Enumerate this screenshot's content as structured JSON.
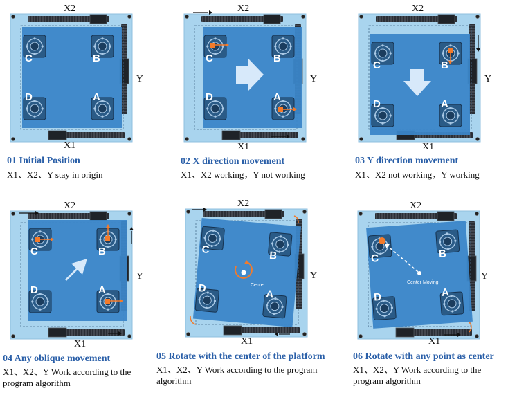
{
  "axis_labels": {
    "x_top": "X2",
    "x_bottom": "X1",
    "y": "Y"
  },
  "corner_labels": [
    "A",
    "B",
    "C",
    "D"
  ],
  "colors": {
    "frame": "#a9d4ee",
    "platform": "#3b86c8",
    "arrow": "#f47b2a",
    "title": "#2a5fa8"
  },
  "panels": [
    {
      "number": "01",
      "title": "01 Initial Position",
      "desc": [
        "X1、X2、Y stay in origin"
      ]
    },
    {
      "number": "02",
      "title": "02 X direction movement",
      "desc": [
        "X1、X2 working，Y not working"
      ]
    },
    {
      "number": "03",
      "title": "03 Y direction movement",
      "desc": [
        "X1、X2 not working，Y working"
      ]
    },
    {
      "number": "04",
      "title": "04 Any oblique movement",
      "desc": [
        "X1、X2、Y Work according to the",
        "program algorithm"
      ]
    },
    {
      "number": "05",
      "title": "05 Rotate with the center of the platform",
      "desc": [
        "X1、X2、Y Work according to the program",
        "algorithm"
      ]
    },
    {
      "number": "06",
      "title": "06 Rotate with any point as center",
      "desc": [
        "X1、X2、Y Work according to the",
        "program algorithm"
      ]
    }
  ],
  "annotations": {
    "center": "Center",
    "center_moving": "Center Moving"
  }
}
